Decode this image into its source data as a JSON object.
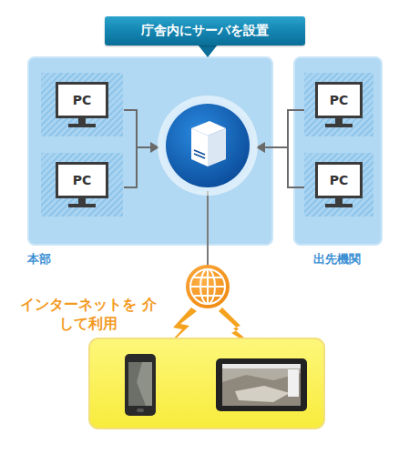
{
  "diagram": {
    "nodes": [
      {
        "text": [
          "庁舎内にサーバを設置"
        ]
      },
      {
        "text": [
          "本部"
        ]
      },
      {
        "text": [
          "PC"
        ],
        "in": 1
      },
      {
        "text": [
          "PC"
        ],
        "in": 1
      },
      {
        "text": [
          "出先機関"
        ]
      },
      {
        "text": [
          "PC"
        ],
        "in": 4
      },
      {
        "text": [
          "PC"
        ],
        "in": 4
      }
    ],
    "labels": [
      "インターネットを 介して利用"
    ]
  }
}
